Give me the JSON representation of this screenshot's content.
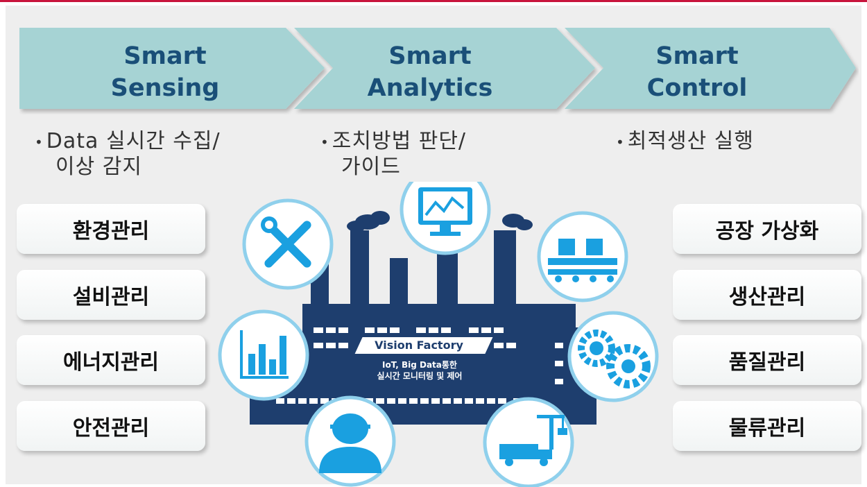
{
  "stages": [
    {
      "line1": "Smart",
      "line2": "Sensing",
      "desc_line1": "Data 실시간 수집/",
      "desc_line2": "이상 감지"
    },
    {
      "line1": "Smart",
      "line2": "Analytics",
      "desc_line1": "조치방법 판단/",
      "desc_line2": "가이드"
    },
    {
      "line1": "Smart",
      "line2": "Control",
      "desc_line1": "최적생산 실행",
      "desc_line2": ""
    }
  ],
  "bullet": "•",
  "left_items": [
    "환경관리",
    "설비관리",
    "에너지관리",
    "안전관리"
  ],
  "right_items": [
    "공장 가상화",
    "생산관리",
    "품질관리",
    "물류관리"
  ],
  "factory": {
    "title": "Vision Factory",
    "subtitle_line1": "IoT, Big Data통한",
    "subtitle_line2": "실시간 모니터링 및 제어"
  },
  "icons": [
    "tools-icon",
    "monitor-chart-icon",
    "production-line-icon",
    "bar-chart-icon",
    "gears-icon",
    "worker-icon",
    "logistics-icon"
  ],
  "colors": {
    "chevron": "#a6d3d4",
    "chevron_text": "#1a4f78",
    "factory": "#1e3e6e",
    "icon_circle": "#ffffff",
    "icon_ring": "#8fd0ec",
    "icon_fill": "#1aa0e0",
    "accent_border": "#c8143c"
  }
}
